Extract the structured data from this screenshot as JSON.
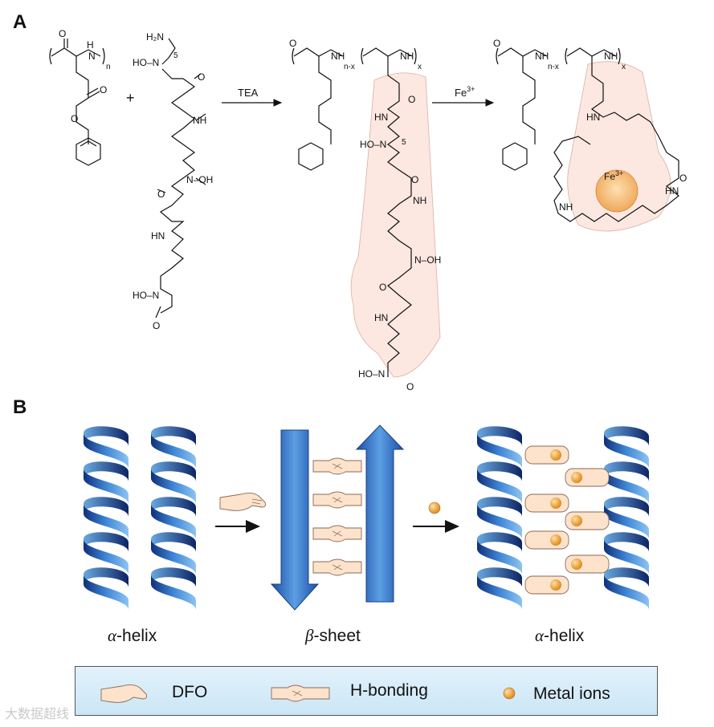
{
  "panelA": {
    "label": "A",
    "reagent_TEA": "TEA",
    "reagent_Fe": "Fe",
    "reagent_Fe_sup": "3+",
    "plus": "+",
    "subscripts": {
      "n": "n",
      "n_minus_x": "n-x",
      "x": "x",
      "five": "5"
    },
    "groups": {
      "H2N": "H₂N",
      "HO": "HO",
      "NH": "NH",
      "HN": "HN",
      "N_OH": "N–OH",
      "HO_N": "HO–N",
      "N": "N",
      "H": "H",
      "O": "O",
      "Fe_ion": "Fe",
      "Fe_ion_sup": "3+"
    }
  },
  "panelB": {
    "label": "B",
    "caption_left_greek": "α",
    "caption_left_text": "-helix",
    "caption_middle_greek": "β",
    "caption_middle_text": "-sheet",
    "caption_right_greek": "α",
    "caption_right_text": "-helix"
  },
  "legend": {
    "dfo_label": "DFO",
    "hbond_label": "H-bonding",
    "metal_label": "Metal ions"
  },
  "watermark": "大数据超线",
  "colors": {
    "helix_dark": "#0f2f7a",
    "helix_light": "#5aa6e6",
    "hand_fill": "#fde2cc",
    "metal_ion": "#f0a030",
    "legend_bg": "#d4ebf8",
    "dfo_shade": "#f9d6c8"
  }
}
